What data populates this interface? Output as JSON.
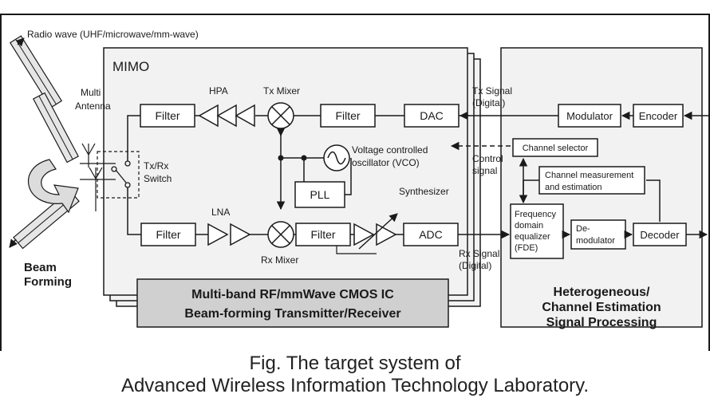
{
  "texts": {
    "radio_wave": "Radio wave (UHF/microwave/mm-wave)",
    "mimo": "MIMO",
    "multi": "Multi",
    "antenna": "Antenna",
    "filter": "Filter",
    "hpa": "HPA",
    "tx_mixer": "Tx Mixer",
    "dac": "DAC",
    "tx_signal": "Tx Signal",
    "digital": "(Digital)",
    "modulator": "Modulator",
    "encoder": "Encoder",
    "txrx": "Tx/Rx",
    "switch": "Switch",
    "vco_line1": "Voltage controlled",
    "vco_line2": "oscillator  (VCO)",
    "pll": "PLL",
    "synthesizer": "Synthesizer",
    "control": "Control",
    "signal": "signal",
    "channel_selector": "Channel selector",
    "chm_line1": "Channel measurement",
    "chm_line2": "and estimation",
    "lna": "LNA",
    "adc": "ADC",
    "fde": [
      "Frequency",
      "domain",
      "equalizer",
      "(FDE)"
    ],
    "demod_line1": "De-",
    "demod_line2": "modulator",
    "decoder": "Decoder",
    "rx_signal": "Rx Signal",
    "rx_mixer": "Rx Mixer",
    "beam": "Beam",
    "forming": "Forming",
    "ic_line1": "Multi-band RF/mmWave CMOS IC",
    "ic_line2": "Beam-forming Transmitter/Receiver",
    "hetero_line1": "Heterogeneous/",
    "hetero_line2": "Channel Estimation",
    "hetero_line3": "Signal Processing"
  },
  "caption": {
    "line1": "Fig. The target system of",
    "line2": "Advanced Wireless Information Technology Laboratory."
  },
  "colors": {
    "panel_fill": "#f2f2f2",
    "label_box_fill": "#d0d0d0",
    "line": "#1a1a1a",
    "antenna_fill": "#e6e6e6"
  }
}
